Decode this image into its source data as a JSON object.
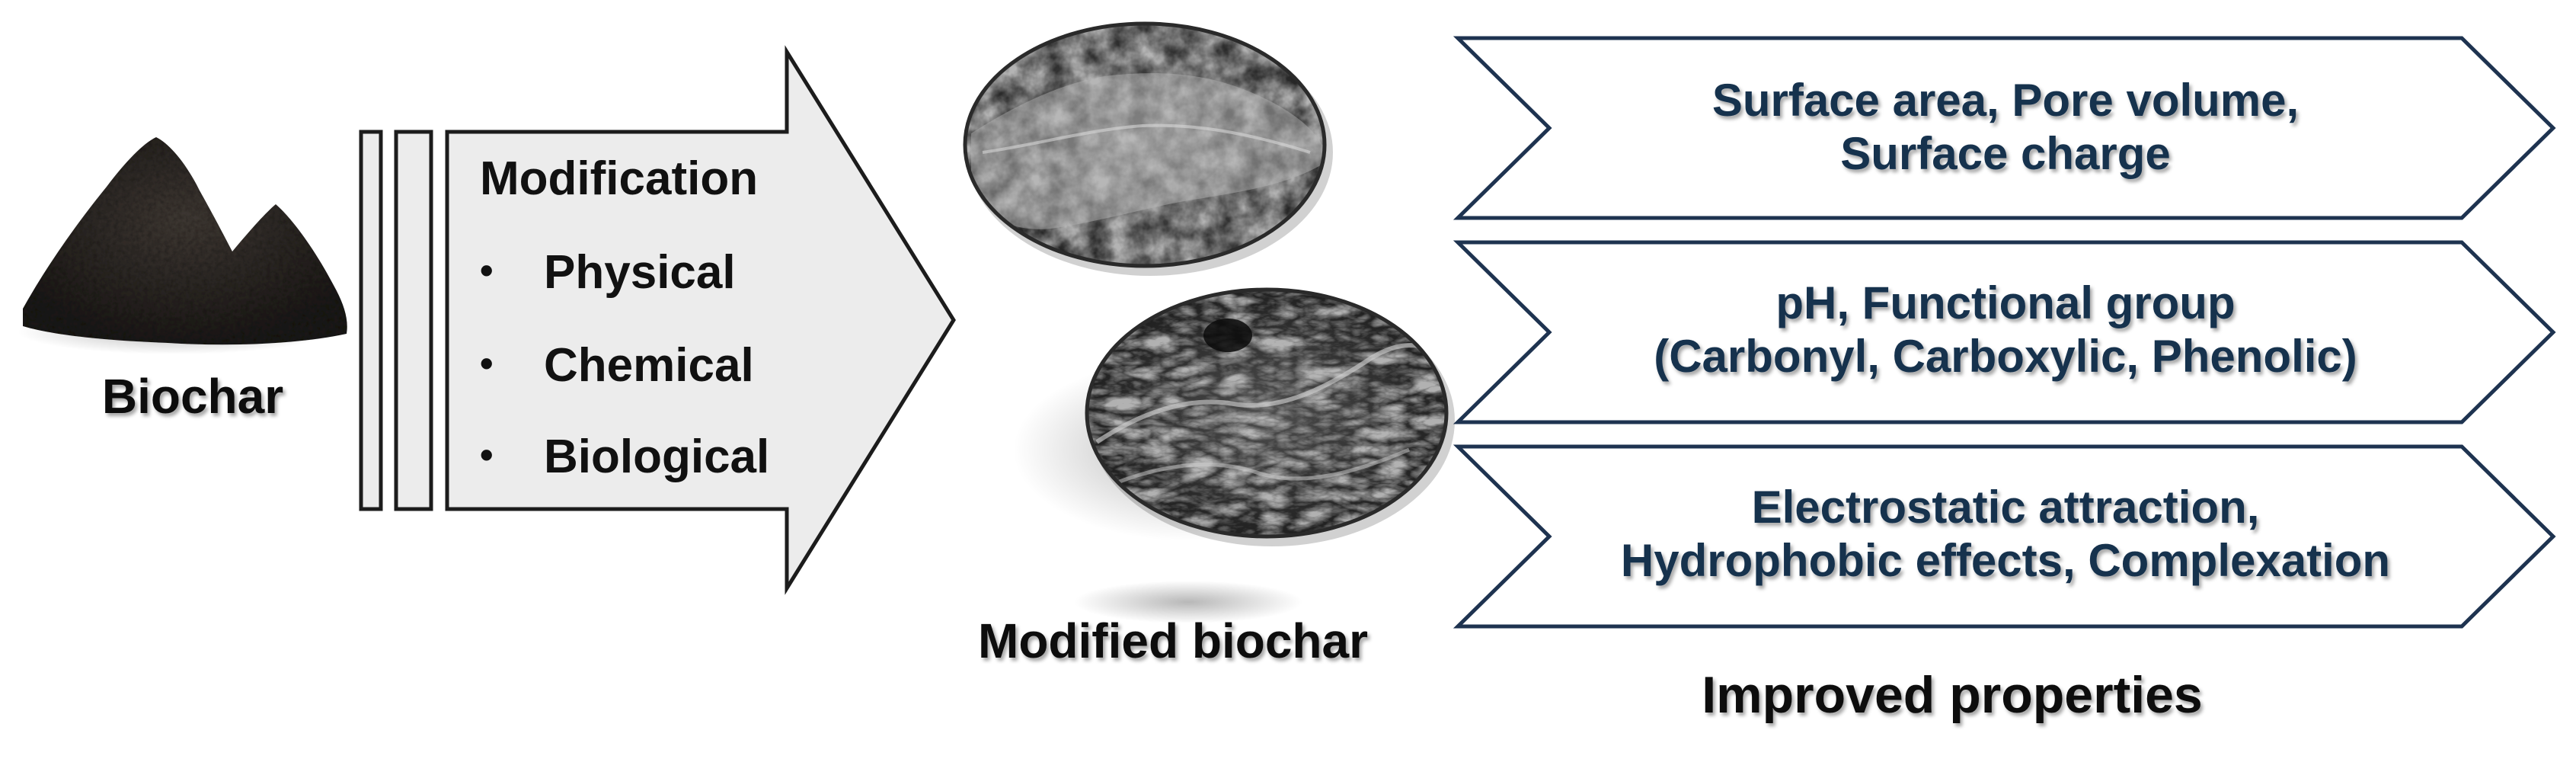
{
  "biochar": {
    "label": "Biochar"
  },
  "modification": {
    "title": "Modification",
    "bullet_glyph": "•",
    "methods": [
      "Physical",
      "Chemical",
      "Biological"
    ]
  },
  "modified": {
    "label": "Modified biochar"
  },
  "properties": {
    "items": [
      {
        "line1": "Surface area, Pore volume,",
        "line2": "Surface charge"
      },
      {
        "line1": "pH, Functional group",
        "line2": "(Carbonyl, Carboxylic, Phenolic)"
      },
      {
        "line1": "Electrostatic attraction,",
        "line2": "Hydrophobic effects, Complexation"
      }
    ],
    "caption": "Improved properties"
  },
  "colors": {
    "arrow_fill": "#ececec",
    "outline": "#1c1c1c",
    "property_text": "#17314d",
    "chevron_border": "#1e3350",
    "label_text": "#111111",
    "biochar_powder": "#2b2724"
  }
}
